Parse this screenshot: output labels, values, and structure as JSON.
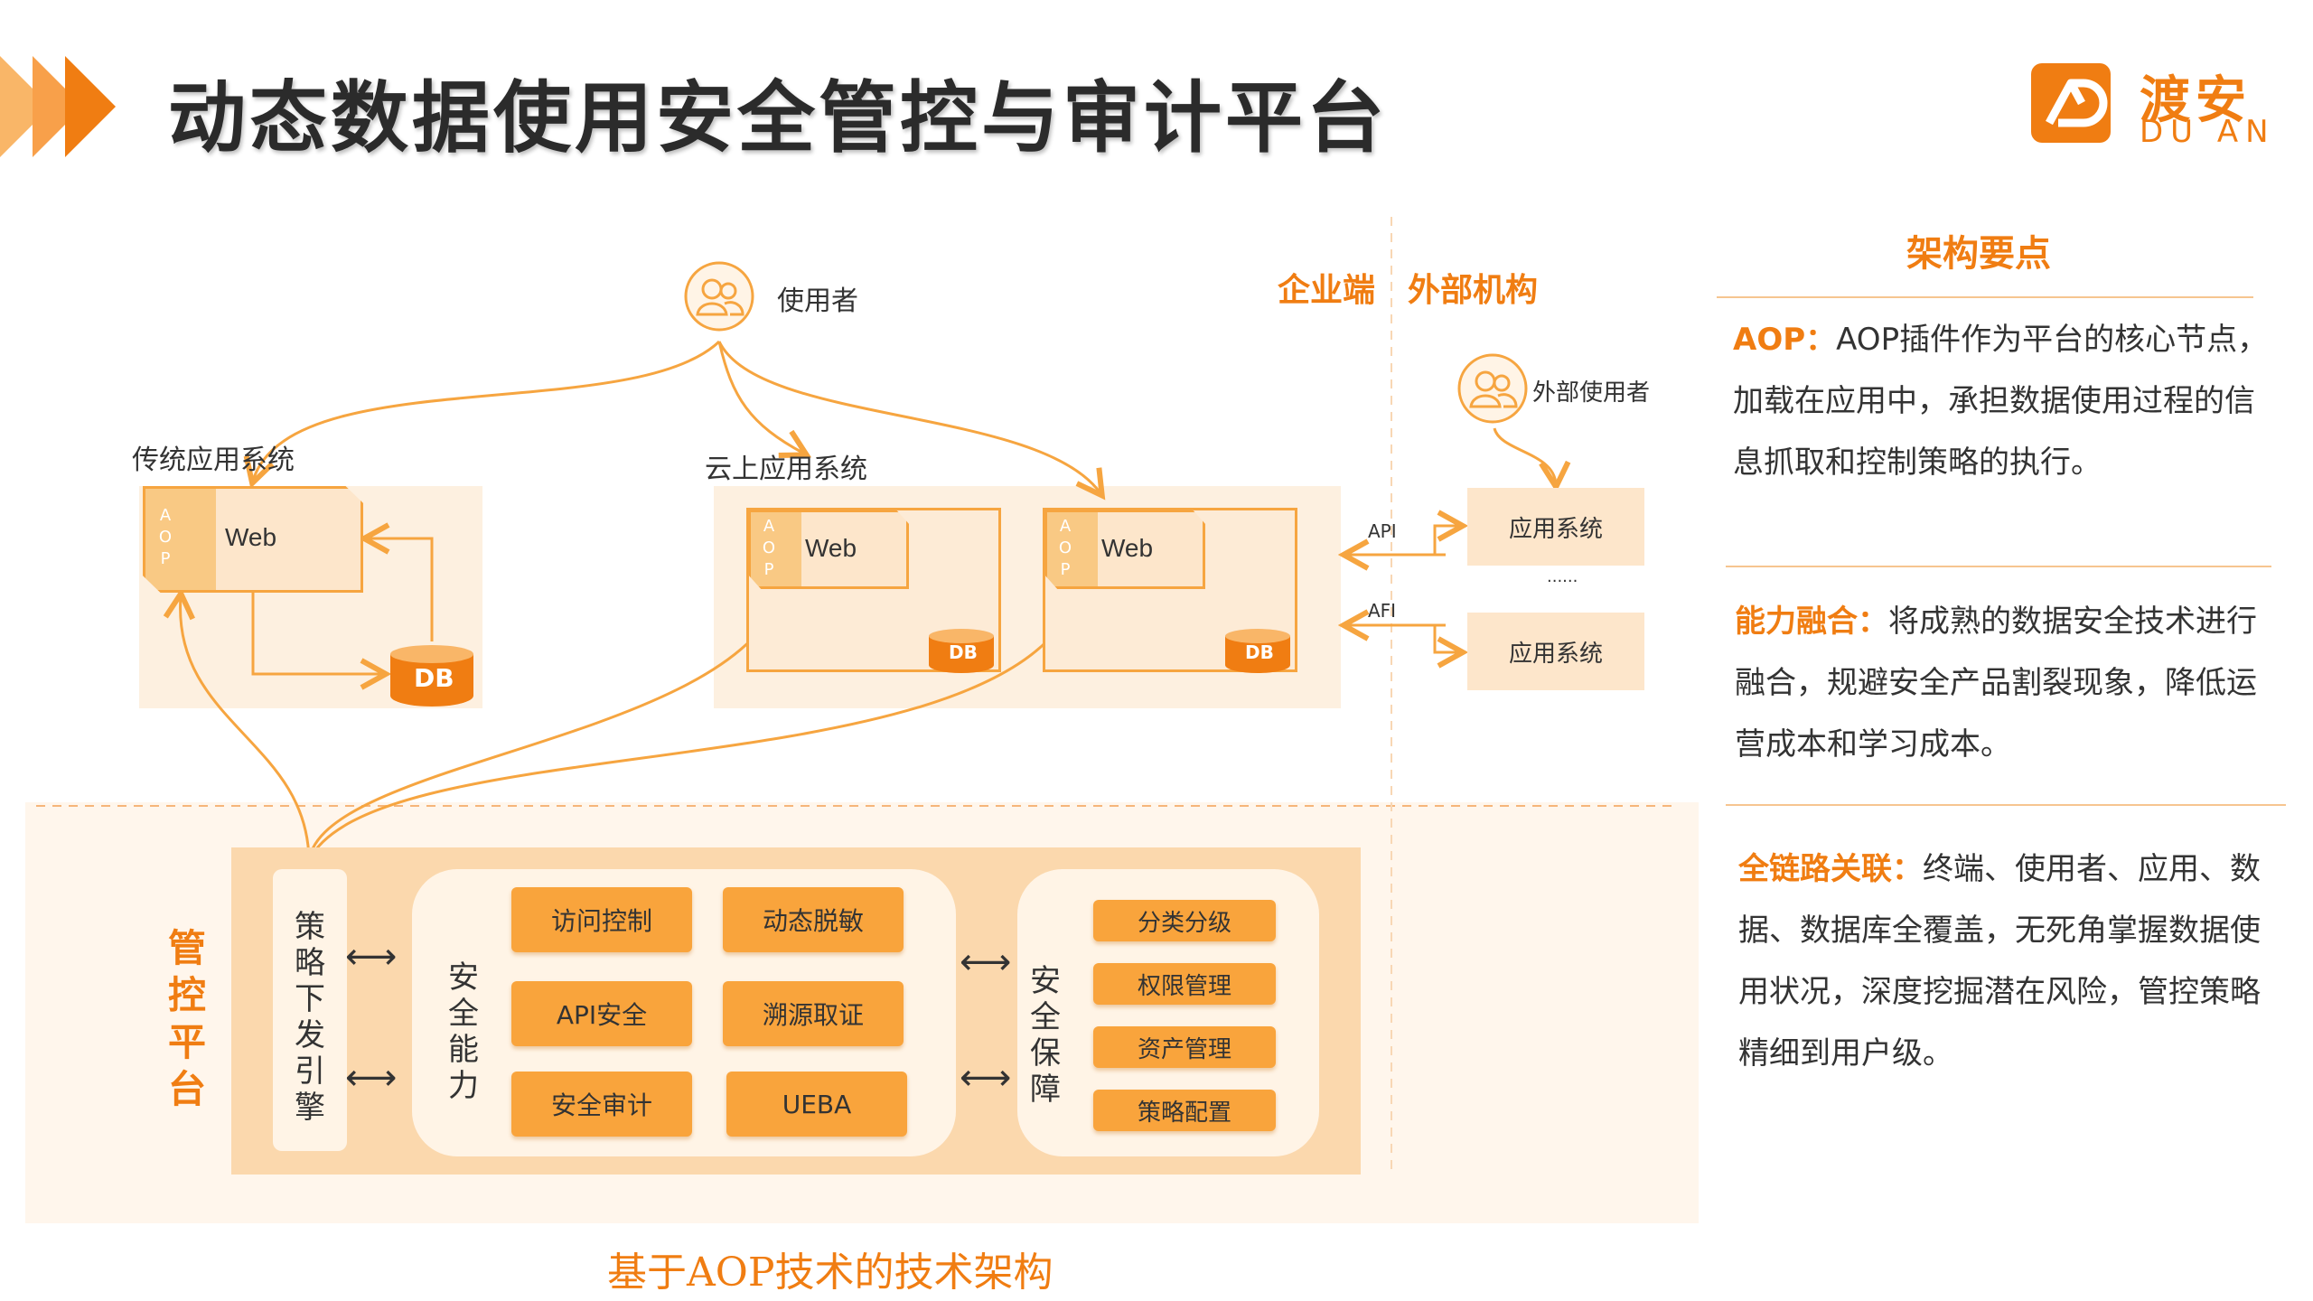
{
  "header": {
    "title": "动态数据使用安全管控与审计平台",
    "logo_cn": "渡安",
    "logo_en": "DU AN"
  },
  "colors": {
    "accent": "#f07d12",
    "light": "#fde6cb",
    "cap": "#f9a43c"
  },
  "diagram": {
    "user_label": "使用者",
    "enterprise_label": "企业端",
    "external_label": "外部机构",
    "external_user_label": "外部使用者",
    "traditional_label": "传统应用系统",
    "cloud_label": "云上应用系统",
    "aop_letters": "A\nO\nP",
    "web_label": "Web",
    "db_label": "DB",
    "app_system_label": "应用系统",
    "ellipsis": "......",
    "api_label_1": "API",
    "api_label_2": "AFI"
  },
  "control": {
    "title": "管控平台",
    "engine": "策略下发引擎",
    "security_ability": "安全能力",
    "security_guarantee": "安全保障",
    "abilities": [
      "访问控制",
      "动态脱敏",
      "API安全",
      "溯源取证",
      "安全审计",
      "UEBA"
    ],
    "guarantees": [
      "分类分级",
      "权限管理",
      "资产管理",
      "策略配置"
    ],
    "arrow": "⟷"
  },
  "caption": "基于AOP技术的技术架构",
  "points": {
    "title": "架构要点",
    "items": [
      {
        "head": "AOP：",
        "body": "AOP插件作为平台的核心节点，加载在应用中，承担数据使用过程的信息抓取和控制策略的执行。"
      },
      {
        "head": "能力融合：",
        "body": "将成熟的数据安全技术进行融合，规避安全产品割裂现象，降低运营成本和学习成本。"
      },
      {
        "head": "全链路关联：",
        "body": "终端、使用者、应用、数据、数据库全覆盖，无死角掌握数据使用状况，深度挖掘潜在风险，管控策略精细到用户级。"
      }
    ]
  }
}
